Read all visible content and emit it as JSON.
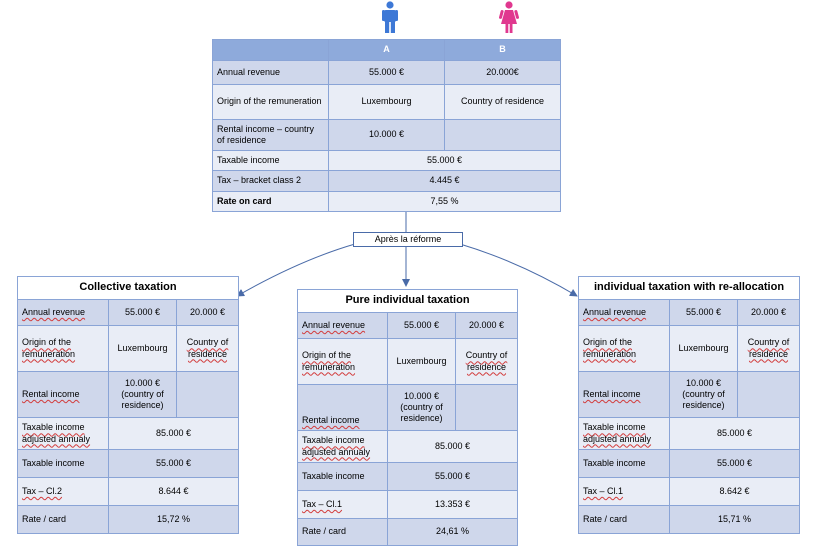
{
  "persons": {
    "a": {
      "icon": "male-person-icon",
      "color": "#3d78d6"
    },
    "b": {
      "icon": "female-person-icon",
      "color": "#e0388f"
    }
  },
  "top_table": {
    "header": [
      "",
      "A",
      "B"
    ],
    "rows": [
      {
        "label": "Annual revenue",
        "a": "55.000 €",
        "b": "20.000€"
      },
      {
        "label": "Origin of the remuneration",
        "a": "Luxembourg",
        "b": "Country of residence"
      },
      {
        "label": "Rental income – country of residence",
        "a": "10.000 €",
        "b": ""
      },
      {
        "label": "Taxable income",
        "merged": "55.000 €"
      },
      {
        "label": "Tax – bracket class 2",
        "merged": "4.445 €"
      },
      {
        "label": "Rate on card",
        "merged": "7,55 %"
      }
    ]
  },
  "reform_label": "Après la réforme",
  "panels": [
    {
      "title": "Collective taxation",
      "rows": [
        {
          "label": "Annual revenue",
          "a": "55.000 €",
          "b": "20.000 €"
        },
        {
          "label": "Origin of the remuneration",
          "a": "Luxembourg",
          "b": "Country of residence"
        },
        {
          "label": "Rental income",
          "a": "10.000 € (country of residence)",
          "b": ""
        },
        {
          "label": "Taxable income adjusted annualy",
          "merged": "85.000 €"
        },
        {
          "label": "Taxable income",
          "merged": "55.000 €"
        },
        {
          "label": "Tax – Cl.2",
          "merged": "8.644 €"
        },
        {
          "label": "Rate / card",
          "merged": "15,72 %"
        }
      ]
    },
    {
      "title": "Pure individual taxation",
      "rows": [
        {
          "label": "Annual revenue",
          "a": "55.000 €",
          "b": "20.000 €"
        },
        {
          "label": "Origin of the remuneration",
          "a": "Luxembourg",
          "b": "Country of residence"
        },
        {
          "label": "Rental income",
          "a": "10.000 € (country of residence)",
          "b": ""
        },
        {
          "label": "Taxable income adjusted annualy",
          "merged": "85.000 €"
        },
        {
          "label": "Taxable income",
          "merged": "55.000 €"
        },
        {
          "label": "Tax – Cl.1",
          "merged": "13.353 €"
        },
        {
          "label": "Rate / card",
          "merged": "24,61 %"
        }
      ]
    },
    {
      "title": "individual taxation with re-allocation",
      "rows": [
        {
          "label": "Annual revenue",
          "a": "55.000 €",
          "b": "20.000 €"
        },
        {
          "label": "Origin of the remuneration",
          "a": "Luxembourg",
          "b": "Country of residence"
        },
        {
          "label": "Rental income",
          "a": "10.000 € (country of residence)",
          "b": ""
        },
        {
          "label": "Taxable income adjusted annualy",
          "merged": "85.000 €"
        },
        {
          "label": "Taxable income",
          "merged": "55.000 €"
        },
        {
          "label": "Tax – Cl.1",
          "merged": "8.642 €"
        },
        {
          "label": "Rate / card",
          "merged": "15,71 %"
        }
      ]
    }
  ]
}
